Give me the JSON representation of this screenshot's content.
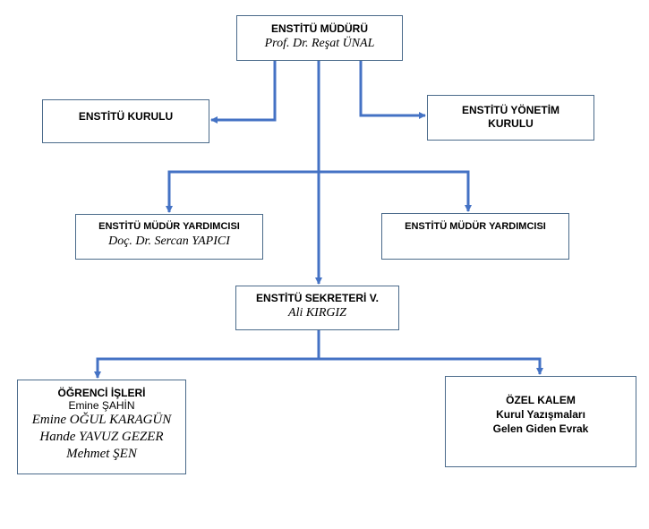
{
  "diagram": {
    "nodes": {
      "director": {
        "title": "ENSTİTÜ MÜDÜRÜ",
        "name": "Prof. Dr. Reşat ÜNAL"
      },
      "board": {
        "title": "ENSTİTÜ KURULU"
      },
      "management": {
        "title_line1": "ENSTİTÜ YÖNETİM",
        "title_line2": "KURULU"
      },
      "assistant1": {
        "title": "ENSTİTÜ MÜDÜR YARDIMCISI",
        "name": "Doç. Dr. Sercan YAPICI"
      },
      "assistant2": {
        "title": "ENSTİTÜ MÜDÜR YARDIMCISI"
      },
      "secretary": {
        "title": "ENSTİTÜ SEKRETERİ V.",
        "name": "Ali KIRGIZ"
      },
      "student_affairs": {
        "title": "ÖĞRENCİ İŞLERİ",
        "head": "Emine ŞAHİN",
        "staff": [
          "Emine OĞUL KARAGÜN",
          "Hande YAVUZ GEZER",
          "Mehmet ŞEN"
        ]
      },
      "private_office": {
        "title": "ÖZEL KALEM",
        "duties": [
          "Kurul Yazışmaları",
          "Gelen Giden Evrak"
        ]
      }
    },
    "connector_color": "#4472c4"
  }
}
